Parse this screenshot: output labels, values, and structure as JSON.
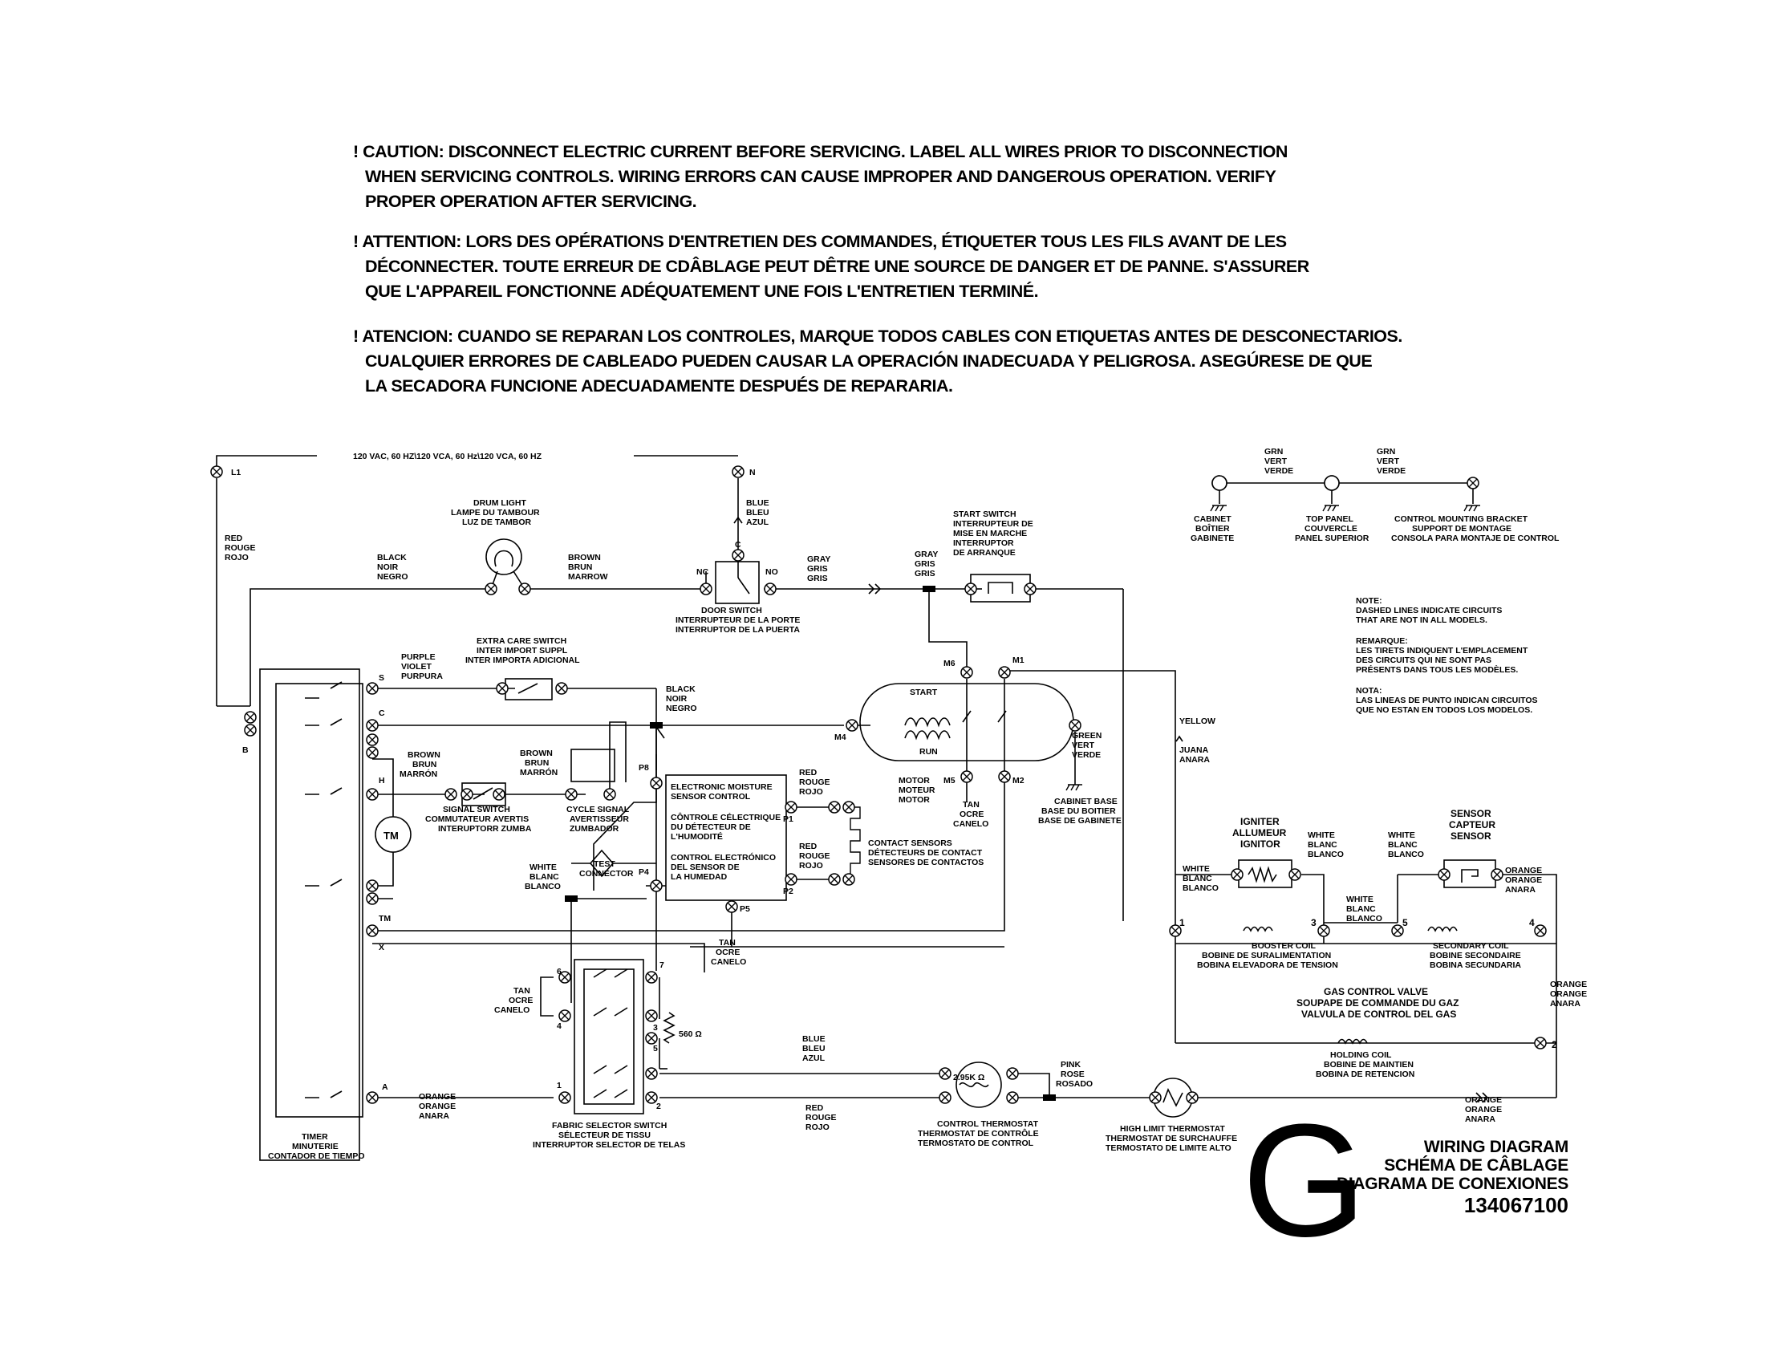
{
  "cautions": [
    {
      "lines": [
        "! CAUTION: DISCONNECT ELECTRIC CURRENT BEFORE SERVICING. LABEL ALL WIRES PRIOR TO DISCONNECTION",
        "WHEN SERVICING CONTROLS. WIRING ERRORS CAN CAUSE IMPROPER AND DANGEROUS OPERATION. VERIFY",
        "PROPER OPERATION AFTER SERVICING."
      ]
    },
    {
      "lines": [
        "! ATTENTION: LORS DES OPÉRATIONS D'ENTRETIEN DES COMMANDES, ÉTIQUETER TOUS LES FILS AVANT DE LES",
        "DÉCONNECTER. TOUTE ERREUR DE CDÂBLAGE PEUT DÊTRE UNE SOURCE DE DANGER ET DE PANNE. S'ASSURER",
        "QUE L'APPAREIL FONCTIONNE ADÉQUATEMENT UNE FOIS L'ENTRETIEN TERMINÉ."
      ]
    },
    {
      "lines": [
        "! ATENCION: CUANDO SE REPARAN LOS CONTROLES, MARQUE TODOS CABLES CON ETIQUETAS ANTES DE DESCONECTARIOS.",
        "CUALQUIER ERRORES DE CABLEADO PUEDEN CAUSAR LA OPERACIÓN INADECUADA Y PELIGROSA. ASEGÚRESE DE QUE",
        "LA SECADORA FUNCIONE ADECUADAMENTE DESPUÉS DE REPARARIA."
      ]
    }
  ],
  "supply": {
    "voltage": "120 VAC, 60 HZ\\120 VCA, 60 Hz\\120 VCA, 60 HZ",
    "l1": "L1",
    "n": "N"
  },
  "wires": {
    "red_l1": [
      "RED",
      "ROUGE",
      "ROJO"
    ],
    "blue_n": [
      "BLUE",
      "BLEU",
      "AZUL"
    ],
    "black_top": [
      "BLACK",
      "NOIR",
      "NEGRO"
    ],
    "brown_top": [
      "BROWN",
      "BRUN",
      "MARROW"
    ],
    "gray_1": [
      "GRAY",
      "GRIS",
      "GRIS"
    ],
    "gray_2": [
      "GRAY",
      "GRIS",
      "GRIS"
    ],
    "purple": [
      "PURPLE",
      "VIOLET",
      "PURPURA"
    ],
    "black_mid": [
      "BLACK",
      "NOIR",
      "NEGRO"
    ],
    "brown_left": [
      "BROWN",
      "BRUN",
      "MARRÓN"
    ],
    "brown_right": [
      "BROWN",
      "BRUN",
      "MARRÓN"
    ],
    "white_mid": [
      "WHITE",
      "BLANC",
      "BLANCO"
    ],
    "red_p1": [
      "RED",
      "ROUGE",
      "ROJO"
    ],
    "red_p2": [
      "RED",
      "ROUGE",
      "ROJO"
    ],
    "tan_motor": [
      "TAN",
      "OCRE",
      "CANELO"
    ],
    "tan_p5": [
      "TAN",
      "OCRE",
      "CANELO"
    ],
    "tan_fabric": [
      "TAN",
      "OCRE",
      "CANELO"
    ],
    "green": [
      "GREEN",
      "VERT",
      "VERDE"
    ],
    "yellow": [
      "YELLOW",
      "JUANA",
      "ANARA"
    ],
    "orange_a": [
      "ORANGE",
      "ORANGE",
      "ANARA"
    ],
    "red_bottom": [
      "RED",
      "ROUGE",
      "ROJO"
    ],
    "blue_bottom": [
      "BLUE",
      "BLEU",
      "AZUL"
    ],
    "pink": [
      "PINK",
      "ROSE",
      "ROSADO"
    ],
    "orange_bottom": [
      "ORANGE",
      "ORANGE",
      "ANARA"
    ],
    "orange_right": [
      "ORANGE",
      "ORANGE",
      "ANARA"
    ],
    "white_ign_l": [
      "WHITE",
      "BLANC",
      "BLANCO"
    ],
    "white_ign_r": [
      "WHITE",
      "BLANC",
      "BLANCO"
    ],
    "white_mid_r": [
      "WHITE",
      "BLANC",
      "BLANCO"
    ],
    "white_sensor": [
      "WHITE",
      "BLANC",
      "BLANCO"
    ],
    "orange_sensor": [
      "ORANGE",
      "ORANGE",
      "ANARA"
    ],
    "grn_1": [
      "GRN",
      "VERT",
      "VERDE"
    ],
    "grn_2": [
      "GRN",
      "VERT",
      "VERDE"
    ]
  },
  "components": {
    "drum_light": [
      "DRUM LIGHT",
      "LAMPE DU TAMBOUR",
      "LUZ DE TAMBOR"
    ],
    "door_switch": [
      "DOOR SWITCH",
      "INTERRUPTEUR DE LA PORTE",
      "INTERRUPTOR DE LA PUERTA"
    ],
    "start_switch": [
      "START SWITCH",
      "INTERRUPTEUR DE",
      "MISE EN MARCHE",
      "INTERRUPTOR",
      "DE ARRANQUE"
    ],
    "extra_care": [
      "EXTRA CARE SWITCH",
      "INTER IMPORT SUPPL",
      "INTER IMPORTA ADICIONAL"
    ],
    "signal_switch": [
      "SIGNAL SWITCH",
      "COMMUTATEUR AVERTIS",
      "INTERUPTORR ZUMBA"
    ],
    "cycle_signal": [
      "CYCLE SIGNAL",
      "AVERTISSEUR",
      "ZUMBADOR"
    ],
    "test_connector": [
      "TEST",
      "CONNECTOR"
    ],
    "moisture": [
      "ELECTRONIC MOISTURE",
      "SENSOR CONTROL",
      "CÔNTROLE CÉLECTRIQUE",
      "DU DÉTECTEUR DE",
      "L'HUMODITÉ",
      "CONTROL ELECTRÓNICO",
      "DEL SENSOR DE",
      "LA HUMEDAD"
    ],
    "contact_sensors": [
      "CONTACT SENSORS",
      "DÉTECTEURS DE CONTACT",
      "SENSORES DE CONTACTOS"
    ],
    "motor": [
      "MOTOR",
      "MOTEUR",
      "MOTOR"
    ],
    "motor_start": "START",
    "motor_run": "RUN",
    "cabinet_base": [
      "CABINET BASE",
      "BASE DU BOITIER",
      "BASE DE GABINETE"
    ],
    "timer": [
      "TIMER",
      "MINUTERIE",
      "CONTADOR DE TIEMPO"
    ],
    "timer_motor": "TM",
    "fabric_selector": [
      "FABRIC SELECTOR SWITCH",
      "SÉLECTEUR DE TISSU",
      "INTERRUPTOR SELECTOR DE TELAS"
    ],
    "resistor": "560 Ω",
    "control_thermostat": [
      "CONTROL THERMOSTAT",
      "THERMOSTAT DE CONTRÔLE",
      "TERMOSTATO DE CONTROL"
    ],
    "thermostat_resistor": "2.95K Ω",
    "high_limit": [
      "HIGH LIMIT THERMOSTAT",
      "THERMOSTAT DE SURCHAUFFE",
      "TERMOSTATO DE LIMITE ALTO"
    ],
    "igniter": [
      "IGNITER",
      "ALLUMEUR",
      "IGNITOR"
    ],
    "sensor": [
      "SENSOR",
      "CAPTEUR",
      "SENSOR"
    ],
    "booster_coil": [
      "BOOSTER COIL",
      "BOBINE DE SURALIMENTATION",
      "BOBINA ELEVADORA DE TENSION"
    ],
    "secondary_coil": [
      "SECONDARY COIL",
      "BOBINE SECONDAIRE",
      "BOBINA SECUNDARIA"
    ],
    "gas_valve": [
      "GAS CONTROL VALVE",
      "SOUPAPE DE COMMANDE DU GAZ",
      "VALVULA DE CONTROL DEL GAS"
    ],
    "holding_coil": [
      "HOLDING COIL",
      "BOBINE DE MAINTIEN",
      "BOBINA DE RETENCION"
    ],
    "cabinet_gnd": [
      "CABINET",
      "BOÎTIER",
      "GABINETE"
    ],
    "top_panel": [
      "TOP PANEL",
      "COUVERCLE",
      "PANEL SUPERIOR"
    ],
    "bracket": [
      "CONTROL MOUNTING BRACKET",
      "SUPPORT DE MONTAGE",
      "CONSOLA PARA MONTAJE DE CONTROL"
    ]
  },
  "terminals": {
    "door_c": "C",
    "door_nc": "NC",
    "door_no": "NO",
    "timer_s": "S",
    "timer_c": "C",
    "timer_h": "H",
    "timer_tm": "TM",
    "timer_x": "X",
    "timer_a": "A",
    "timer_b": "B",
    "p1": "P1",
    "p2": "P2",
    "p4": "P4",
    "p5": "P5",
    "p8": "P8",
    "m1": "M1",
    "m2": "M2",
    "m4": "M4",
    "m5": "M5",
    "m6": "M6",
    "fs1": "1",
    "fs2": "2",
    "fs3": "3",
    "fs4": "4",
    "fs5": "5",
    "fs6": "6",
    "fs7": "7",
    "gv1": "1",
    "gv2": "2",
    "gv3": "3",
    "gv4": "4",
    "gv5": "5"
  },
  "notes": [
    "NOTE:",
    "DASHED LINES INDICATE CIRCUITS",
    "THAT ARE NOT IN ALL MODELS.",
    "REMARQUE:",
    "LES TIRETS INDIQUENT L'EMPLACEMENT",
    "DES CIRCUITS QUI NE SONT PAS",
    "PRÉSENTS DANS TOUS LES MODÈLES.",
    "NOTA:",
    "LAS LINEAS DE PUNTO INDICAN CIRCUITOS",
    "QUE NO ESTAN EN TODOS LOS MODELOS."
  ],
  "title": {
    "lines": [
      "WIRING DIAGRAM",
      "SCHÉMA DE CÂBLAGE",
      "DIAGRAMA DE CONEXIONES"
    ],
    "part_number": "134067100",
    "letter": "G"
  }
}
